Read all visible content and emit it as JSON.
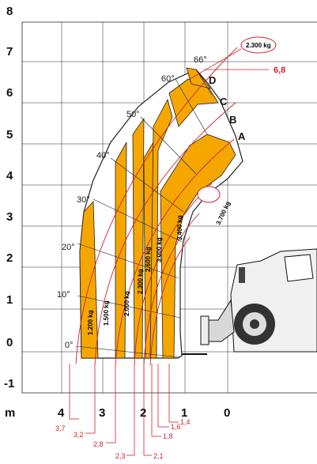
{
  "y_axis_labels": [
    "8",
    "7",
    "6",
    "5",
    "4",
    "3",
    "2",
    "1",
    "0",
    "-1"
  ],
  "x_axis_unit": "m",
  "x_axis_labels": [
    "4",
    "3",
    "2",
    "1",
    "0"
  ],
  "angle_labels": [
    "0°",
    "10°",
    "20°",
    "30°",
    "40°",
    "50°",
    "60°",
    "66°"
  ],
  "zone_letters": [
    "A",
    "B",
    "C",
    "D"
  ],
  "load_labels": [
    "1.200 kg",
    "1.500 kg",
    "2.000 kg",
    "2.300 kg",
    "2.600 kg",
    "3.000 kg",
    "3.400 kg"
  ],
  "max_load_label": "3.700 kg",
  "top_load_label": "2.300 kg",
  "top_height_label": "6,8",
  "reach_labels": [
    "3,7",
    "3,2",
    "2,8",
    "2,3",
    "2,1",
    "1,8",
    "1,6",
    "1,4"
  ],
  "colors": {
    "band": "#f5a700",
    "red": "#d2222d",
    "grid": "#222222"
  }
}
